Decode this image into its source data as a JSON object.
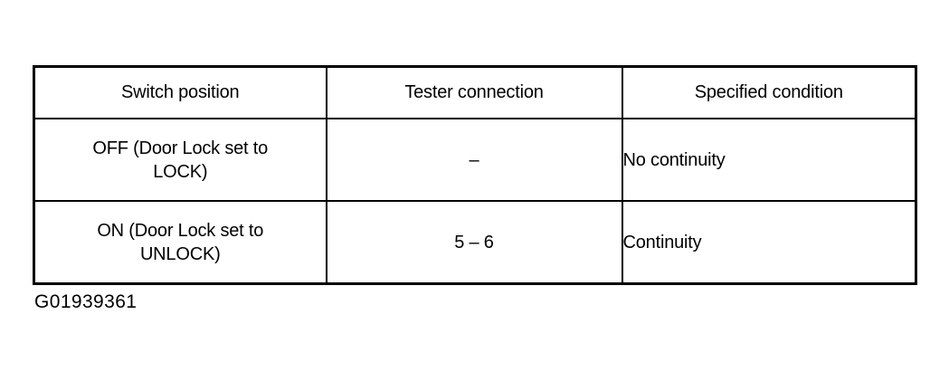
{
  "document": {
    "background_color": "#ffffff",
    "text_color": "#000000",
    "border_color": "#000000"
  },
  "table": {
    "name": "switch-continuity-inspection-table",
    "columns": [
      {
        "key": "switch_position",
        "label": "Switch position",
        "align": "center"
      },
      {
        "key": "tester_connection",
        "label": "Tester connection",
        "align": "center"
      },
      {
        "key": "specified_condition",
        "label": "Specified condition",
        "align": "left"
      }
    ],
    "rows": [
      {
        "switch_position_line1": "OFF (Door Lock set to",
        "switch_position_line2": "LOCK)",
        "tester_connection": "–",
        "specified_condition": "No continuity"
      },
      {
        "switch_position_line1": "ON (Door Lock set to",
        "switch_position_line2": "UNLOCK)",
        "tester_connection": "5 – 6",
        "specified_condition": "Continuity"
      }
    ]
  },
  "caption": {
    "figure_id": "G01939361"
  }
}
